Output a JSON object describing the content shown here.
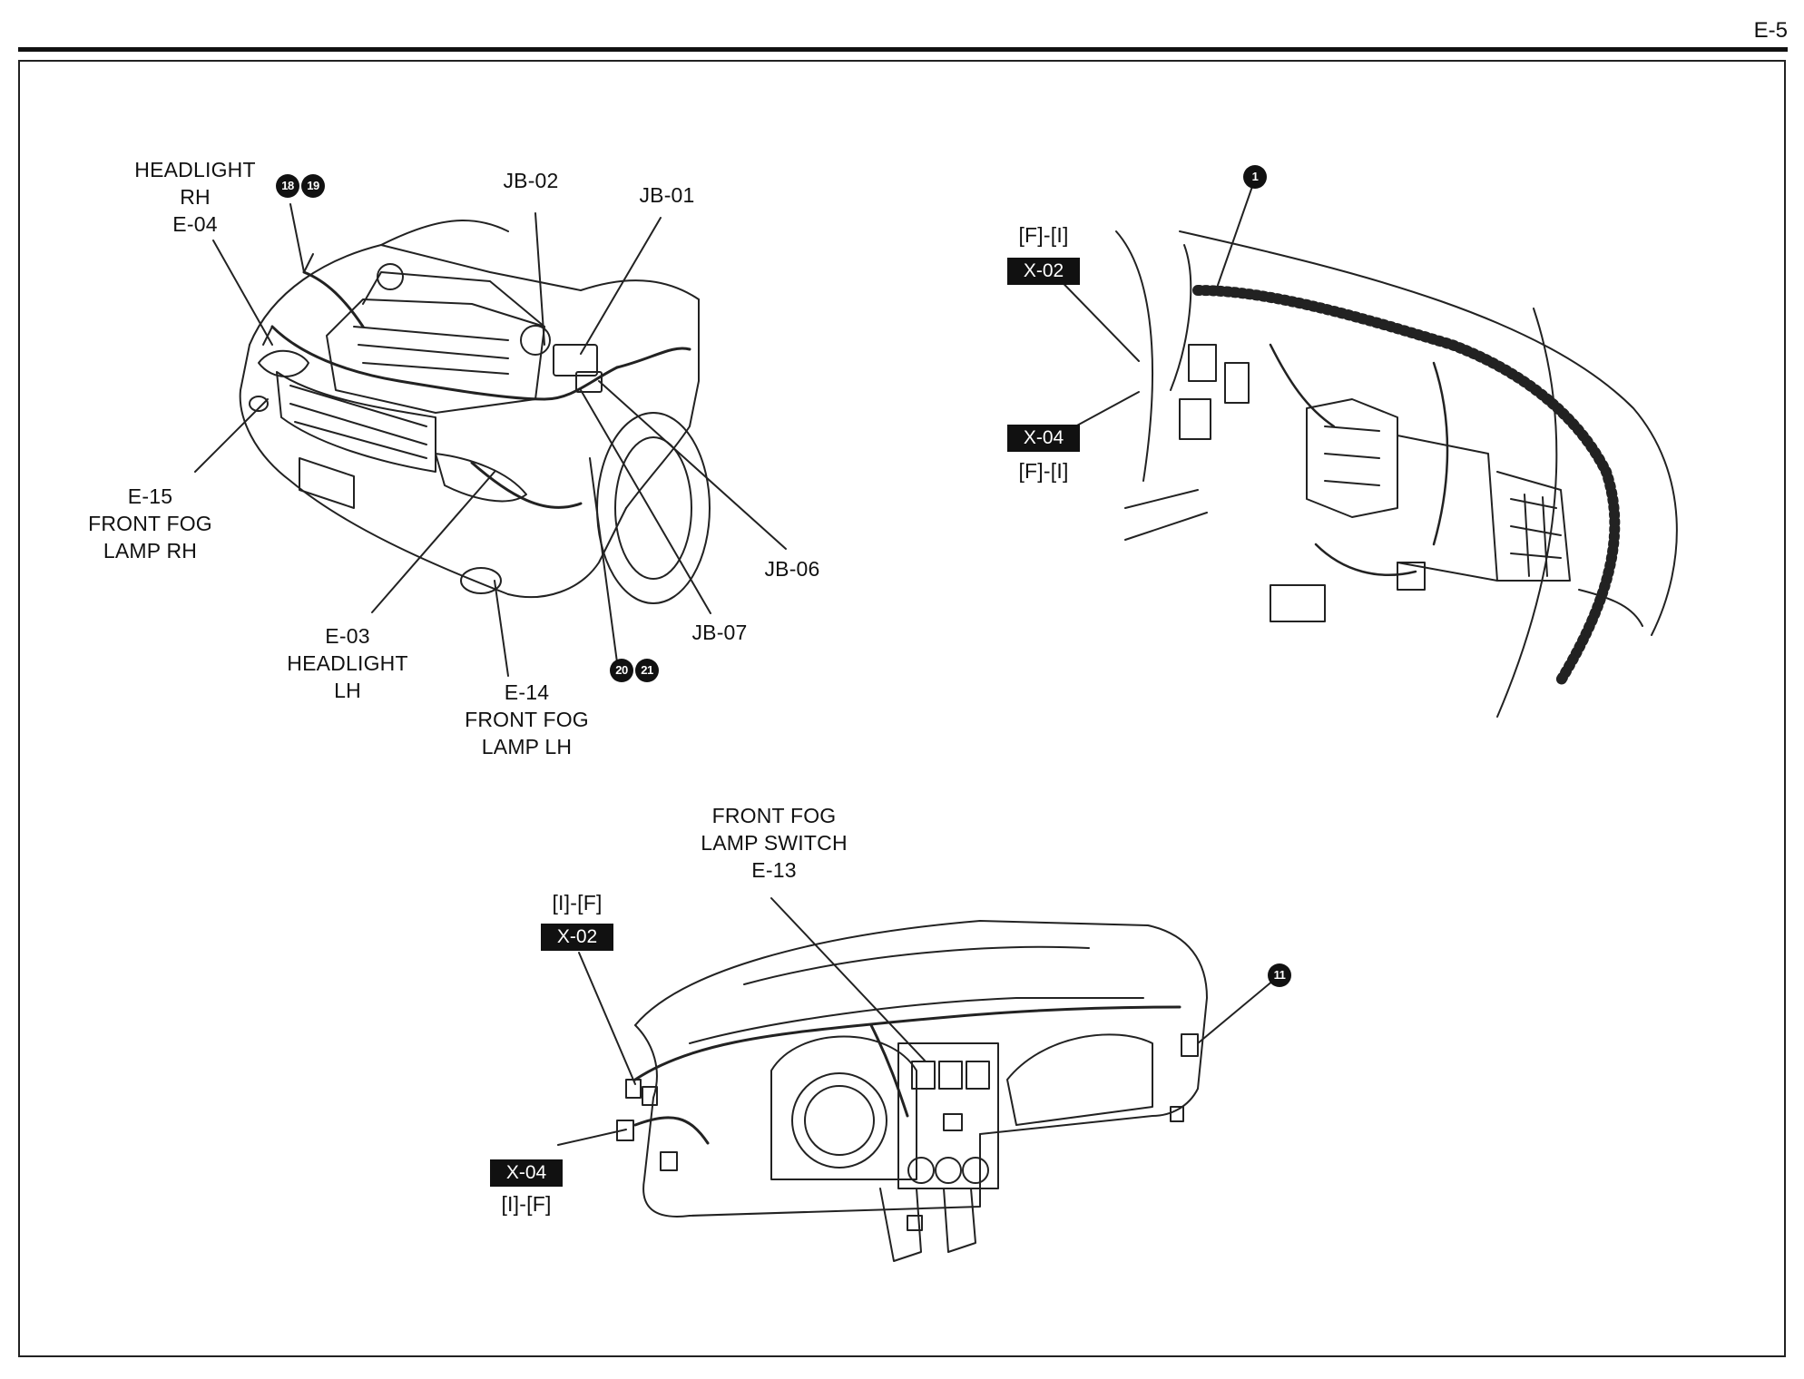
{
  "page": {
    "number": "E-5"
  },
  "engine_view": {
    "headlight_rh": [
      "HEADLIGHT",
      "RH",
      "E-04"
    ],
    "jb02": "JB-02",
    "jb01": "JB-01",
    "fog_rh": [
      "E-15",
      "FRONT FOG",
      "LAMP RH"
    ],
    "jb06": "JB-06",
    "jb07": "JB-07",
    "headlight_lh": [
      "E-03",
      "HEADLIGHT",
      "LH"
    ],
    "fog_lh": [
      "E-14",
      "FRONT FOG",
      "LAMP LH"
    ],
    "badges": [
      "18",
      "19",
      "20",
      "21"
    ]
  },
  "interior_view": {
    "badge": "1",
    "x02_pos": "[F]-[I]",
    "x02_tag": "X-02",
    "x04_tag": "X-04",
    "x04_pos": "[F]-[I]"
  },
  "dash_view": {
    "switch": [
      "FRONT FOG",
      "LAMP SWITCH",
      "E-13"
    ],
    "x02_pos": "[I]-[F]",
    "x02_tag": "X-02",
    "x04_tag": "X-04",
    "x04_pos": "[I]-[F]",
    "badge": "11"
  }
}
